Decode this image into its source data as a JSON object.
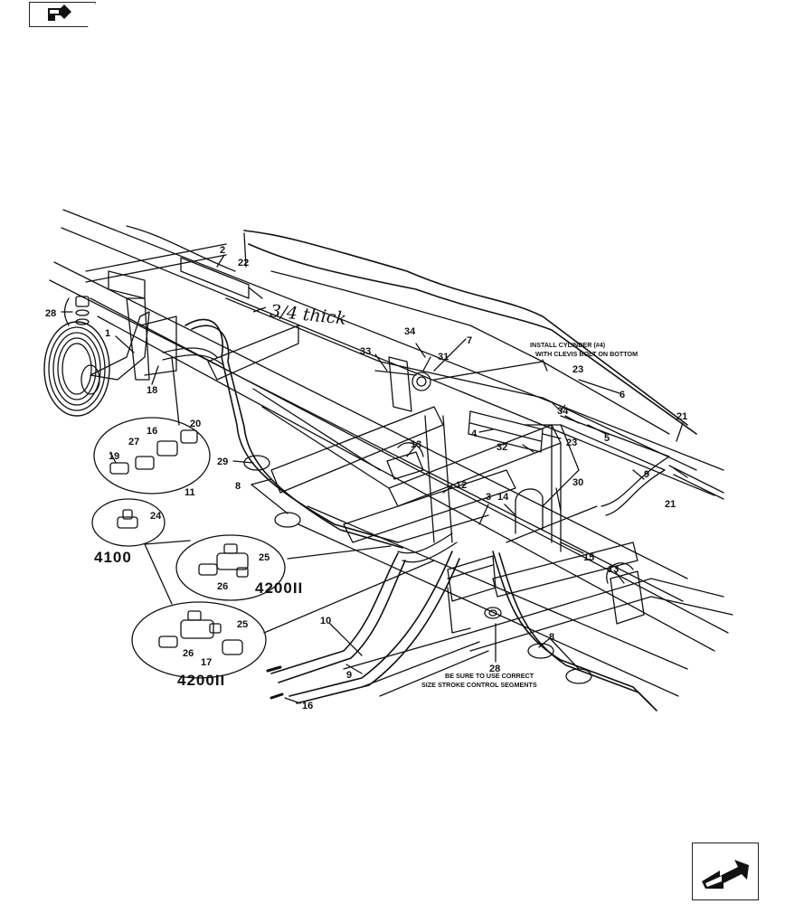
{
  "nav": {
    "back_icon": "back-arrow-icon",
    "next_icon": "next-arrow-icon"
  },
  "diagram": {
    "callouts": {
      "c28a": "28",
      "c1": "1",
      "c2": "2",
      "c22": "22",
      "c18": "18",
      "c34a": "34",
      "c7": "7",
      "c33": "33",
      "c31": "31",
      "c23a": "23",
      "c6": "6",
      "c21a": "21",
      "c4": "4",
      "c34b": "34",
      "c23b": "23",
      "c5": "5",
      "c13a": "13",
      "c32": "32",
      "c21b": "21",
      "c9a": "9",
      "c29": "29",
      "c8a": "8",
      "c3": "3",
      "c14": "14",
      "c12": "12",
      "c30": "30",
      "c15": "15",
      "c13b": "13",
      "c20": "20",
      "c16a": "16",
      "c27": "27",
      "c19": "19",
      "c11": "11",
      "c24": "24",
      "c25a": "25",
      "c26a": "26",
      "c25b": "25",
      "c26b": "26",
      "c17": "17",
      "c10": "10",
      "c9b": "9",
      "c28b": "28",
      "c8b": "8",
      "c16b": "16"
    },
    "models": {
      "m4100": "4100",
      "m4200a": "4200II",
      "m4200b": "4200II"
    },
    "notes": {
      "install_line1": "INSTALL CYLINDER (#4)",
      "install_line2": "WITH CLEVIS BOLT ON BOTTOM",
      "segments_line1": "BE SURE TO USE CORRECT",
      "segments_line2": "SIZE STROKE CONTROL SEGMENTS"
    },
    "handwritten": "3/4 thick"
  }
}
